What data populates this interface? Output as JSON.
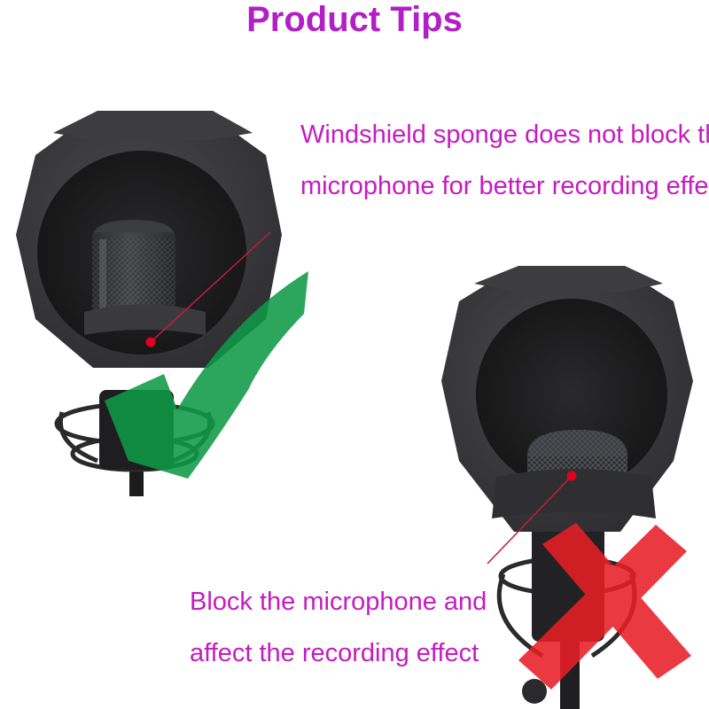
{
  "title": "Product Tips",
  "good_caption": {
    "line1": "Windshield sponge does not block the",
    "line2": "microphone for better recording effect"
  },
  "bad_caption": {
    "line1": "Block the microphone and",
    "line2": "affect the recording effect"
  },
  "colors": {
    "title": "#b21fc7",
    "caption": "#c51cbf",
    "check": "#0f9a46",
    "cross": "#e81e26",
    "pointer_dot": "#e0001c"
  },
  "icons": {
    "good": "check-mark-icon",
    "bad": "cross-mark-icon"
  }
}
